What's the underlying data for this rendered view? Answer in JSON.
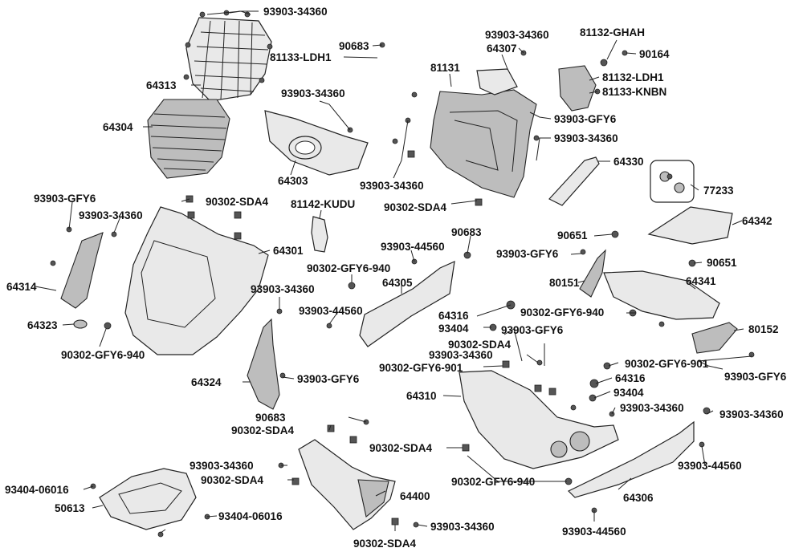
{
  "diagram": {
    "labels": [
      {
        "id": "l01",
        "text": "93903-34360"
      },
      {
        "id": "l02",
        "text": "90683"
      },
      {
        "id": "l03",
        "text": "81133-LDH1"
      },
      {
        "id": "l04",
        "text": "93903-34360"
      },
      {
        "id": "l05",
        "text": "64307"
      },
      {
        "id": "l06",
        "text": "81132-GHAH"
      },
      {
        "id": "l07",
        "text": "90164"
      },
      {
        "id": "l08",
        "text": "81131"
      },
      {
        "id": "l09",
        "text": "81132-LDH1"
      },
      {
        "id": "l10",
        "text": "81133-KNBN"
      },
      {
        "id": "l11",
        "text": "64313"
      },
      {
        "id": "l12",
        "text": "93903-34360"
      },
      {
        "id": "l13",
        "text": "93903-GFY6"
      },
      {
        "id": "l14",
        "text": "64304"
      },
      {
        "id": "l15",
        "text": "93903-34360"
      },
      {
        "id": "l16",
        "text": "64303"
      },
      {
        "id": "l17",
        "text": "64330"
      },
      {
        "id": "l18",
        "text": "93903-34360"
      },
      {
        "id": "l19",
        "text": "77233"
      },
      {
        "id": "l20",
        "text": "93903-GFY6"
      },
      {
        "id": "l21",
        "text": "90302-SDA4"
      },
      {
        "id": "l22",
        "text": "81142-KUDU"
      },
      {
        "id": "l23",
        "text": "90302-SDA4"
      },
      {
        "id": "l24",
        "text": "93903-34360"
      },
      {
        "id": "l25",
        "text": "64342"
      },
      {
        "id": "l26",
        "text": "64301"
      },
      {
        "id": "l27",
        "text": "90683"
      },
      {
        "id": "l28",
        "text": "90651"
      },
      {
        "id": "l29",
        "text": "93903-44560"
      },
      {
        "id": "l30",
        "text": "93903-GFY6"
      },
      {
        "id": "l31",
        "text": "90651"
      },
      {
        "id": "l32",
        "text": "90302-GFY6-940"
      },
      {
        "id": "l33",
        "text": "64314"
      },
      {
        "id": "l34",
        "text": "64305"
      },
      {
        "id": "l35",
        "text": "80151"
      },
      {
        "id": "l36",
        "text": "64341"
      },
      {
        "id": "l37",
        "text": "93903-34360"
      },
      {
        "id": "l38",
        "text": "64316"
      },
      {
        "id": "l39",
        "text": "90302-GFY6-940"
      },
      {
        "id": "l40",
        "text": "64323"
      },
      {
        "id": "l41",
        "text": "93903-44560"
      },
      {
        "id": "l42",
        "text": "93404"
      },
      {
        "id": "l43",
        "text": "80152"
      },
      {
        "id": "l44",
        "text": "90302-GFY6-940"
      },
      {
        "id": "l45",
        "text": "93903-GFY6"
      },
      {
        "id": "l46",
        "text": "90302-SDA4"
      },
      {
        "id": "l47",
        "text": "93903-34360"
      },
      {
        "id": "l48",
        "text": "90302-GFY6-901"
      },
      {
        "id": "l49",
        "text": "90302-GFY6-901"
      },
      {
        "id": "l50",
        "text": "93903-GFY6"
      },
      {
        "id": "l51",
        "text": "64324"
      },
      {
        "id": "l52",
        "text": "93903-GFY6"
      },
      {
        "id": "l53",
        "text": "64316"
      },
      {
        "id": "l54",
        "text": "64310"
      },
      {
        "id": "l55",
        "text": "93404"
      },
      {
        "id": "l56",
        "text": "93903-34360"
      },
      {
        "id": "l57",
        "text": "93903-34360"
      },
      {
        "id": "l58",
        "text": "90683"
      },
      {
        "id": "l59",
        "text": "90302-SDA4"
      },
      {
        "id": "l60",
        "text": "90302-SDA4"
      },
      {
        "id": "l61",
        "text": "93903-34360"
      },
      {
        "id": "l62",
        "text": "93903-44560"
      },
      {
        "id": "l63",
        "text": "90302-SDA4"
      },
      {
        "id": "l64",
        "text": "90302-GFY6-940"
      },
      {
        "id": "l65",
        "text": "93404-06016"
      },
      {
        "id": "l66",
        "text": "64400"
      },
      {
        "id": "l67",
        "text": "64306"
      },
      {
        "id": "l68",
        "text": "50613"
      },
      {
        "id": "l69",
        "text": "93404-06016"
      },
      {
        "id": "l70",
        "text": "93903-34360"
      },
      {
        "id": "l71",
        "text": "93903-44560"
      },
      {
        "id": "l72",
        "text": "90302-SDA4"
      }
    ]
  }
}
